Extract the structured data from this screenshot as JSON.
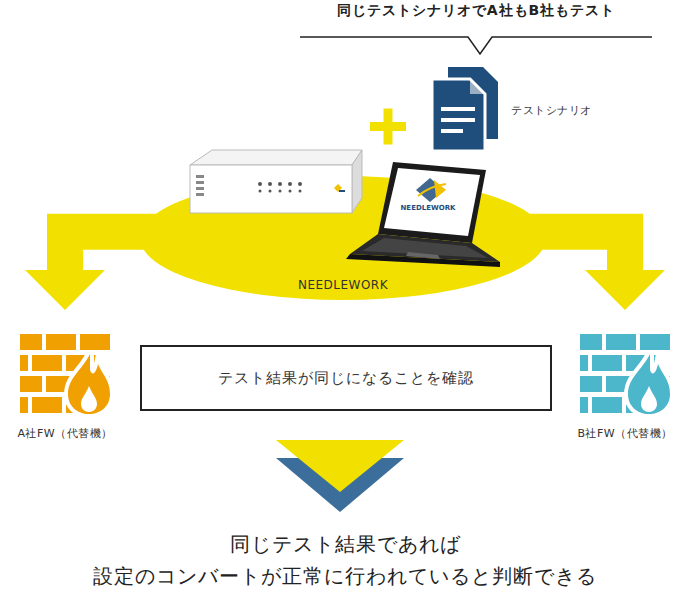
{
  "diagram": {
    "caption": "同じテスト結果であれば 設定のコンバートが正常に行われていると判断できる",
    "nodes": [
      {
        "text": [
          "テストシナリオ"
        ]
      },
      {
        "text": [
          "NEEDLEWORK"
        ]
      },
      {
        "text": [
          "A社FW（代替機）"
        ]
      },
      {
        "text": [
          "テスト結果が同じになることを確認"
        ]
      },
      {
        "text": [
          "B社FW（代替機）"
        ]
      }
    ],
    "edges": [
      {
        "from": 1,
        "to": 2,
        "arrow": "to"
      },
      {
        "from": 1,
        "to": 4,
        "arrow": "to"
      }
    ],
    "labels": [
      "同じテストシナリオでA社もB社もテスト",
      "NEEDLEWORK"
    ]
  }
}
